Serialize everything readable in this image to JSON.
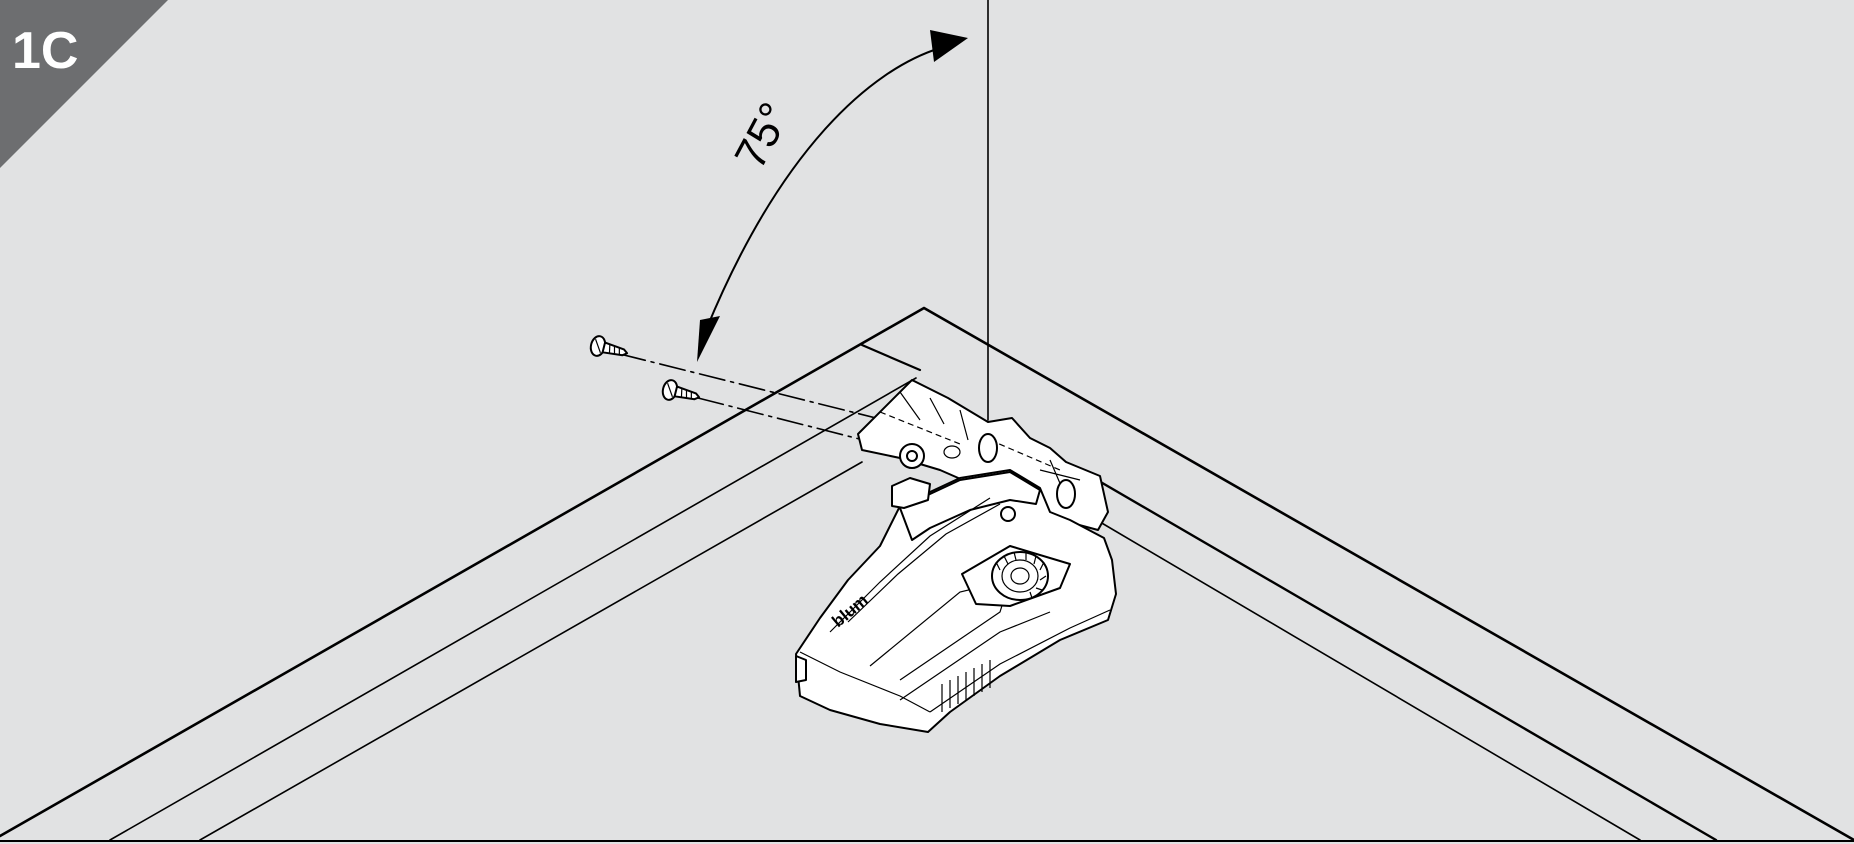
{
  "step": "1C",
  "angle_label": "75°",
  "brand_mark": "blum",
  "colors": {
    "background": "#e1e2e3",
    "corner_badge": "#6d6e70",
    "line": "#000000",
    "part_fill": "#ffffff"
  }
}
